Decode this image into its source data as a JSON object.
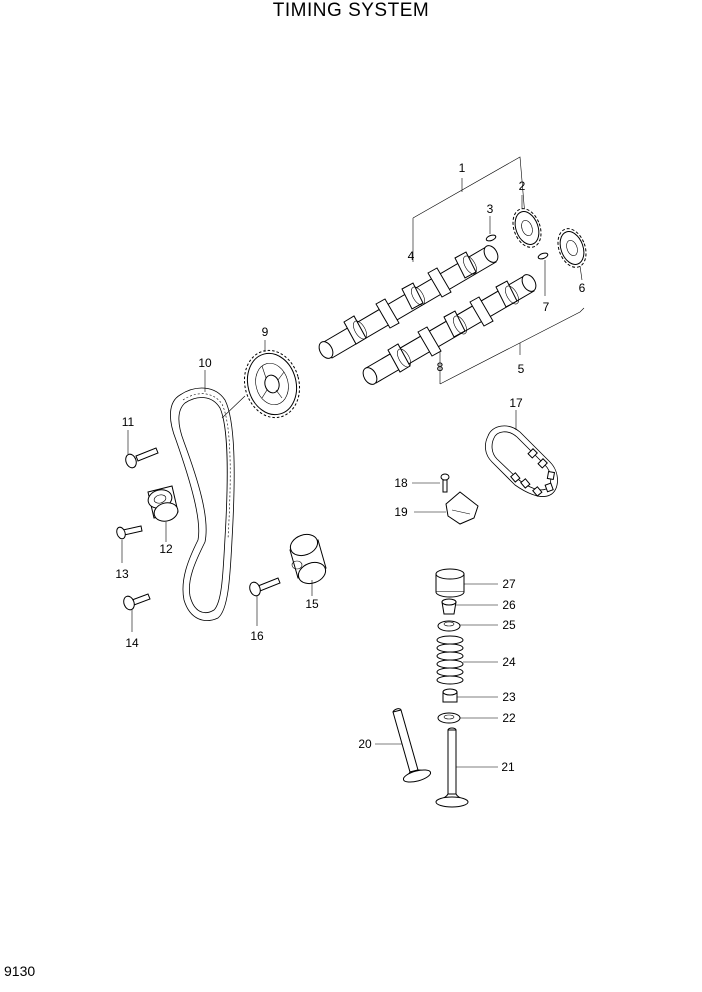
{
  "title": "TIMING SYSTEM",
  "page_number": "9130",
  "parts": [
    {
      "id": "camshaft-assembly",
      "label": "1"
    },
    {
      "id": "camshaft-sprocket-exhaust",
      "label": "2"
    },
    {
      "id": "key",
      "label": "3"
    },
    {
      "id": "camshaft-upper",
      "label": "4"
    },
    {
      "id": "camshaft-assembly-lower",
      "label": "5"
    },
    {
      "id": "camshaft-sprocket-intake",
      "label": "6"
    },
    {
      "id": "key-lower",
      "label": "7"
    },
    {
      "id": "camshaft-lower",
      "label": "8"
    },
    {
      "id": "crank-timing-pulley",
      "label": "9"
    },
    {
      "id": "timing-belt",
      "label": "10"
    },
    {
      "id": "bolt-11",
      "label": "11"
    },
    {
      "id": "tensioner-pulley",
      "label": "12"
    },
    {
      "id": "bolt-13",
      "label": "13"
    },
    {
      "id": "bolt-14",
      "label": "14"
    },
    {
      "id": "idler-pulley",
      "label": "15"
    },
    {
      "id": "bolt-16",
      "label": "16"
    },
    {
      "id": "timing-chain",
      "label": "17"
    },
    {
      "id": "bolt-18",
      "label": "18"
    },
    {
      "id": "chain-guide",
      "label": "19"
    },
    {
      "id": "valve-exhaust",
      "label": "20"
    },
    {
      "id": "valve-intake",
      "label": "21"
    },
    {
      "id": "valve-spring-seat",
      "label": "22"
    },
    {
      "id": "valve-stem-seal",
      "label": "23"
    },
    {
      "id": "valve-spring",
      "label": "24"
    },
    {
      "id": "spring-retainer",
      "label": "25"
    },
    {
      "id": "valve-cotter",
      "label": "26"
    },
    {
      "id": "tappet",
      "label": "27"
    }
  ]
}
